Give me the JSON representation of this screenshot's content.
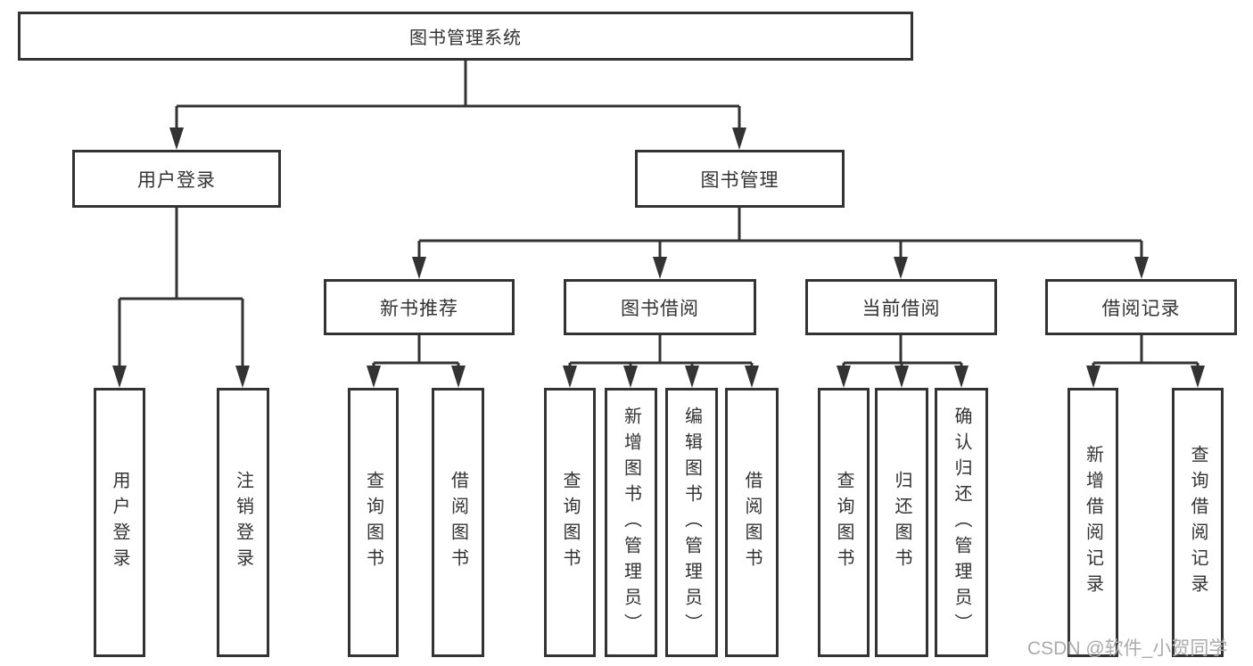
{
  "diagram_type": "hierarchy-tree",
  "tree": {
    "label": "图书管理系统",
    "children": [
      {
        "label": "用户登录",
        "children": [
          {
            "label": "用户登录"
          },
          {
            "label": "注销登录"
          }
        ]
      },
      {
        "label": "图书管理",
        "children": [
          {
            "label": "新书推荐",
            "children": [
              {
                "label": "查询图书"
              },
              {
                "label": "借阅图书"
              }
            ]
          },
          {
            "label": "图书借阅",
            "children": [
              {
                "label": "查询图书"
              },
              {
                "label": "新增图书（管理员）"
              },
              {
                "label": "编辑图书（管理员）"
              },
              {
                "label": "借阅图书"
              }
            ]
          },
          {
            "label": "当前借阅",
            "children": [
              {
                "label": "查询图书"
              },
              {
                "label": "归还图书"
              },
              {
                "label": "确认归还（管理员）"
              }
            ]
          },
          {
            "label": "借阅记录",
            "children": [
              {
                "label": "新增借阅记录"
              },
              {
                "label": "查询借阅记录"
              }
            ]
          }
        ]
      }
    ]
  },
  "watermark": {
    "text": "CSDN @软件_小贺同学"
  },
  "colors": {
    "line": "#333333",
    "box_border": "#333333",
    "text": "#333333",
    "background": "#ffffff",
    "watermark": "#ababab"
  }
}
